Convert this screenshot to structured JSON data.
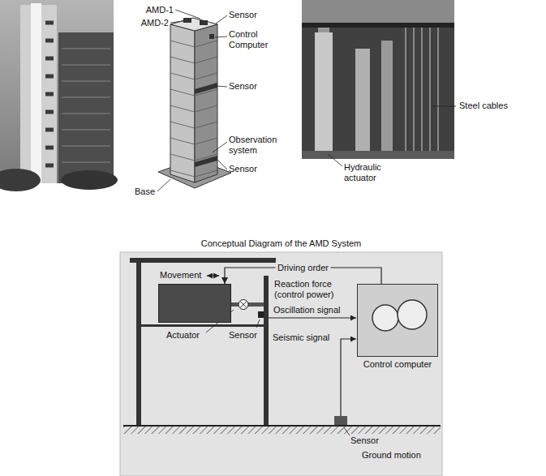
{
  "diagram": {
    "title": "Conceptual Diagram of the AMD System",
    "nodes": [
      {
        "text": [
          "Movement"
        ]
      },
      {
        "text": [
          "Control computer"
        ]
      }
    ],
    "edges": [
      {
        "from": 1,
        "to": 0,
        "arrow": "to",
        "label": "Driving order"
      }
    ],
    "labels": [
      "AMD-1",
      "AMD-2",
      "Sensor",
      "Control Computer",
      "Sensor",
      "Observation system",
      "Sensor",
      "Base",
      "Steel cables",
      "Hydraulic actuator",
      "Reaction force (control power)",
      "Actuator",
      "Sensor",
      "Oscillation signal",
      "Seismic signal",
      "Sensor",
      "Ground motion"
    ]
  }
}
